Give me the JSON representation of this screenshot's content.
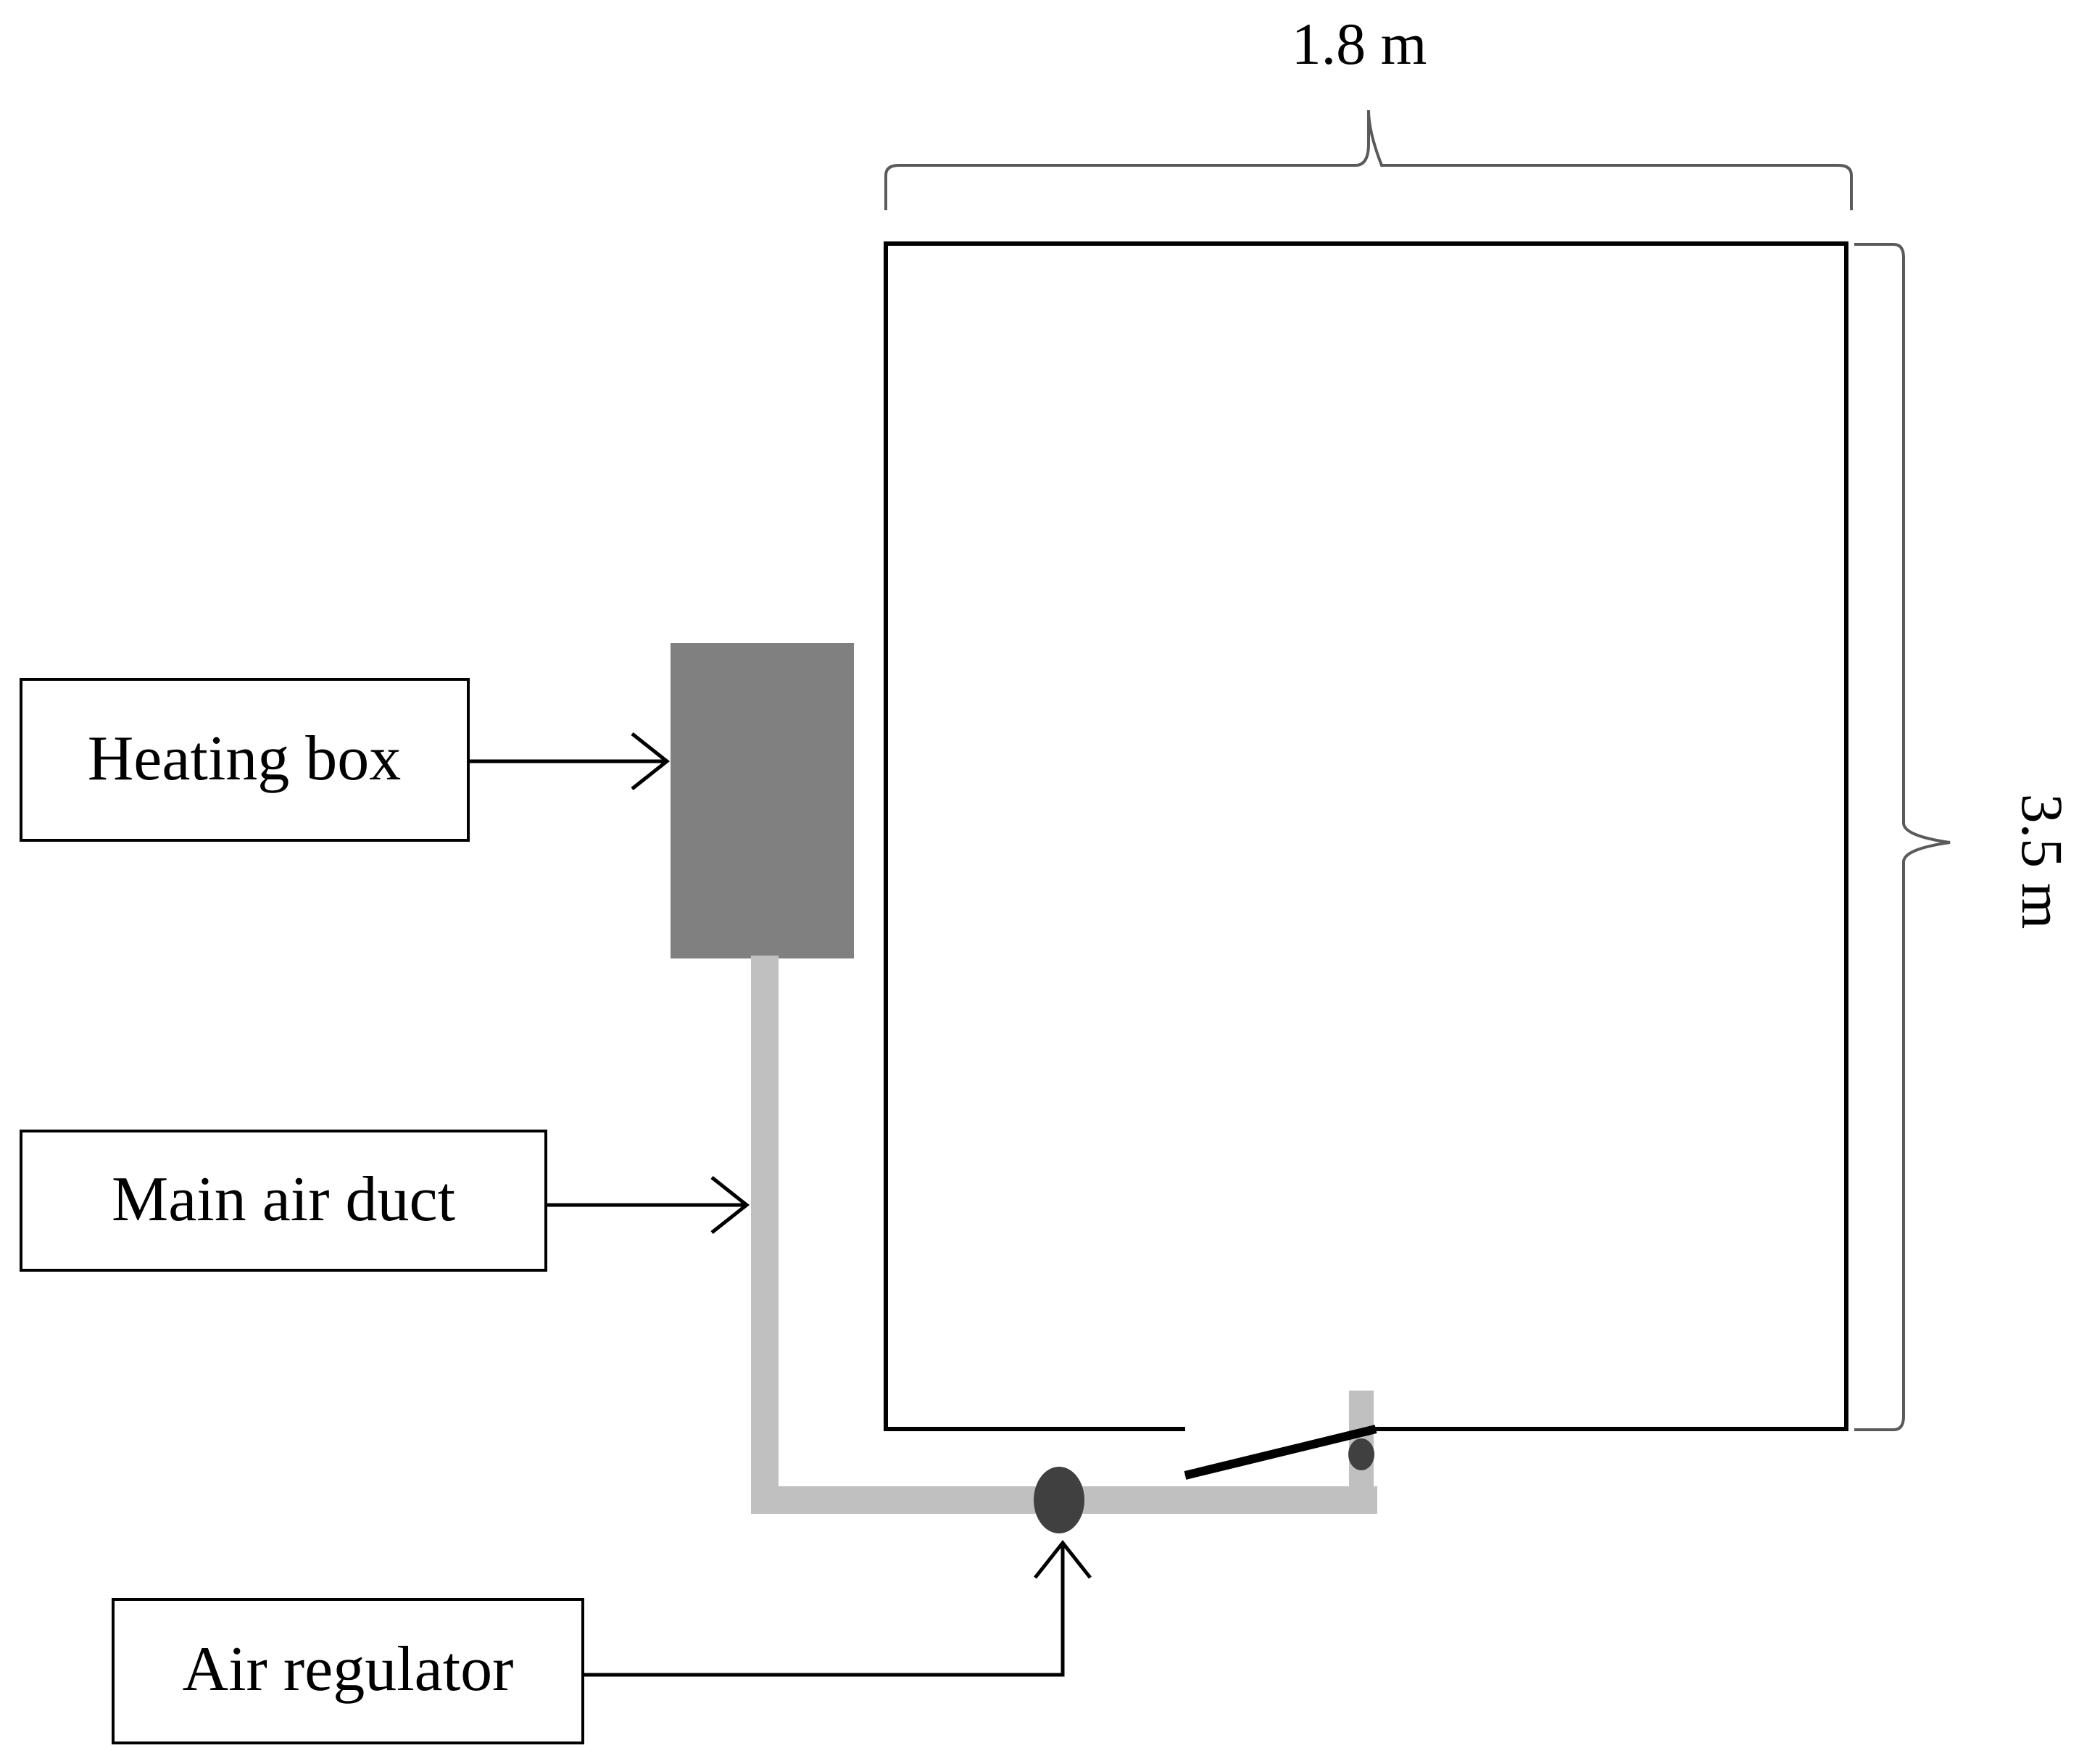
{
  "dimensions": {
    "width_label": "1.8 m",
    "height_label": "3.5 m"
  },
  "labels": {
    "heating_box": "Heating box",
    "main_air_duct": "Main air duct",
    "air_regulator": "Air regulator"
  },
  "colors": {
    "outline": "#000000",
    "heating_box_fill": "#808080",
    "duct": "#c0c0c0",
    "regulator": "#404040",
    "brace": "#5a5a5a"
  }
}
